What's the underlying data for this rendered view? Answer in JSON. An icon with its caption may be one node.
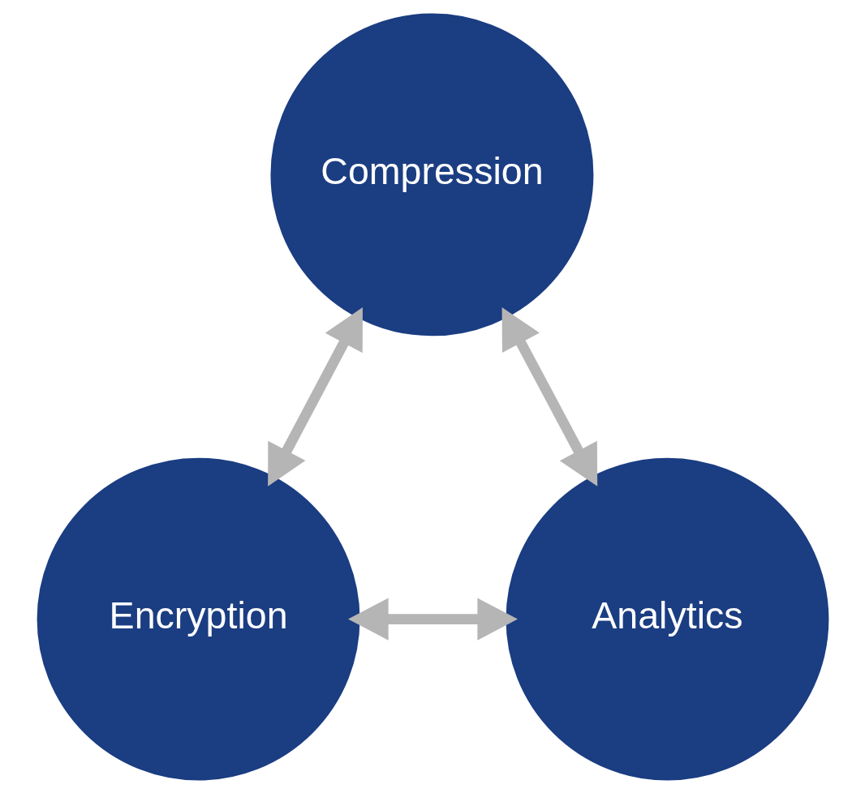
{
  "diagram": {
    "nodes": [
      {
        "text": [
          "Compression"
        ]
      },
      {
        "text": [
          "Encryption"
        ]
      },
      {
        "text": [
          "Analytics"
        ]
      }
    ],
    "edges": [
      {
        "from": 1,
        "to": 0,
        "arrow": "both"
      },
      {
        "from": 0,
        "to": 2,
        "arrow": "both"
      },
      {
        "from": 1,
        "to": 2,
        "arrow": "both"
      }
    ]
  }
}
